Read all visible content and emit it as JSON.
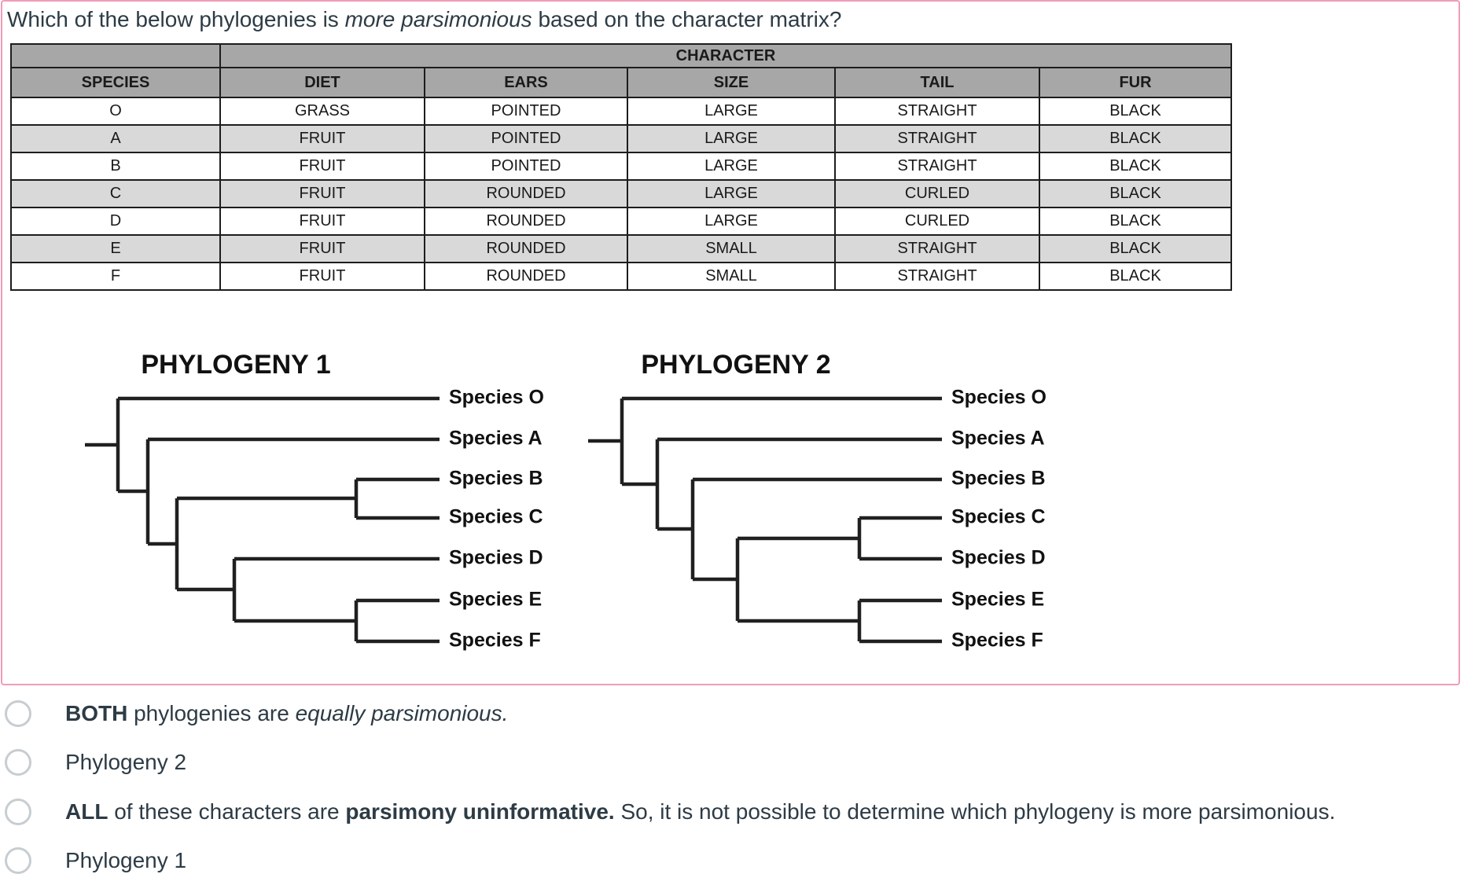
{
  "question": {
    "segments": [
      {
        "text": "Which of the below phylogenies is "
      },
      {
        "text": "more parsimonious",
        "italic": true
      },
      {
        "text": " based on the character matrix?"
      }
    ]
  },
  "table": {
    "char_header": "CHARACTER",
    "columns": [
      "SPECIES",
      "DIET",
      "EARS",
      "SIZE",
      "TAIL",
      "FUR"
    ],
    "rows": [
      {
        "cells": [
          "O",
          "GRASS",
          "POINTED",
          "LARGE",
          "STRAIGHT",
          "BLACK"
        ]
      },
      {
        "cells": [
          "A",
          "FRUIT",
          "POINTED",
          "LARGE",
          "STRAIGHT",
          "BLACK"
        ]
      },
      {
        "cells": [
          "B",
          "FRUIT",
          "POINTED",
          "LARGE",
          "STRAIGHT",
          "BLACK"
        ]
      },
      {
        "cells": [
          "C",
          "FRUIT",
          "ROUNDED",
          "LARGE",
          "CURLED",
          "BLACK"
        ]
      },
      {
        "cells": [
          "D",
          "FRUIT",
          "ROUNDED",
          "LARGE",
          "CURLED",
          "BLACK"
        ]
      },
      {
        "cells": [
          "E",
          "FRUIT",
          "ROUNDED",
          "SMALL",
          "STRAIGHT",
          "BLACK"
        ]
      },
      {
        "cells": [
          "F",
          "FRUIT",
          "ROUNDED",
          "SMALL",
          "STRAIGHT",
          "BLACK"
        ]
      }
    ]
  },
  "phylogeny1": {
    "title": "PHYLOGENY 1",
    "tips": [
      "Species O",
      "Species A",
      "Species B",
      "Species C",
      "Species D",
      "Species E",
      "Species F"
    ],
    "topology": "(O,(A,((B,C),(D,(E,F)))))"
  },
  "phylogeny2": {
    "title": "PHYLOGENY 2",
    "tips": [
      "Species O",
      "Species A",
      "Species B",
      "Species C",
      "Species D",
      "Species E",
      "Species F"
    ],
    "topology": "(O,(A,(B,((C,D),(E,F)))))"
  },
  "options": [
    {
      "segments": [
        {
          "text": "BOTH",
          "bold": true
        },
        {
          "text": " phylogenies are "
        },
        {
          "text": "equally parsimonious.",
          "italic": true
        }
      ]
    },
    {
      "segments": [
        {
          "text": "Phylogeny 2"
        }
      ]
    },
    {
      "segments": [
        {
          "text": "ALL",
          "bold": true
        },
        {
          "text": " of these characters are "
        },
        {
          "text": "parsimony uninformative.",
          "bold": true
        },
        {
          "text": " So, it is not possible to determine which phylogeny is more parsimonious."
        }
      ]
    },
    {
      "segments": [
        {
          "text": "Phylogeny 1"
        }
      ]
    }
  ],
  "colors": {
    "question_border_pink": "#F09CB8",
    "text_ink": "#2D3B45",
    "table_header_gray": "#A7A7A7",
    "table_alt_row_gray": "#D9D9D9",
    "table_border": "#1D1D1D",
    "tree_line": "#202020",
    "radio_border": "#C7CDD1"
  }
}
